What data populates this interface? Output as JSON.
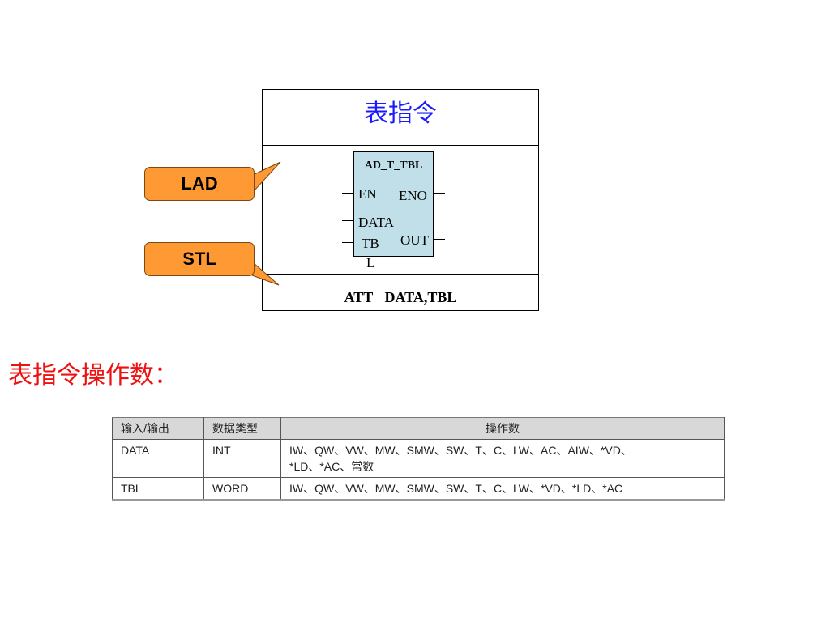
{
  "instruction": {
    "title": "表指令",
    "lad_block": {
      "name": "AD_T_TBL",
      "inputs": [
        "EN",
        "DATA",
        "TB",
        "L"
      ],
      "outputs": [
        "ENO",
        "OUT"
      ]
    },
    "stl": "ATT    DATA,TBL"
  },
  "callouts": {
    "lad": "LAD",
    "stl": "STL"
  },
  "operands_heading": "表指令操作数：",
  "table": {
    "headers": [
      "输入/输出",
      "数据类型",
      "操作数"
    ],
    "rows": [
      {
        "io": "DATA",
        "type": "INT",
        "operands_line1": "IW、QW、VW、MW、SMW、SW、T、C、LW、AC、AIW、*VD、",
        "operands_line2": "*LD、*AC、常数"
      },
      {
        "io": "TBL",
        "type": "WORD",
        "operands_line1": "IW、QW、VW、MW、SMW、SW、T、C、LW、*VD、*LD、*AC"
      }
    ]
  },
  "colors": {
    "title": "#1a1aff",
    "heading": "#ee1111",
    "callout": "#ff9933",
    "block": "#c0dfe8"
  }
}
